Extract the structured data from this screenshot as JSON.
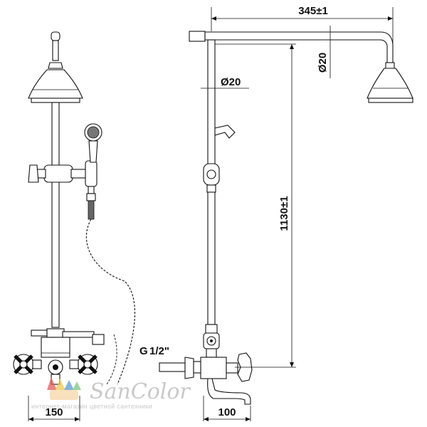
{
  "dimensions": {
    "arm_width": "345±1",
    "arm_diameter": "Ø20",
    "pipe_diameter": "Ø20",
    "height": "1130±1",
    "thread": "G",
    "thread_fraction": "1/2\"",
    "base_width": "150",
    "spout_width": "100"
  },
  "watermark": {
    "brand": "SanColor",
    "tagline": "интернет-магазин цветной сантехники"
  },
  "colors": {
    "line": "#111111",
    "watermark": "#b8b8b8",
    "logo_red": "#e85c5c",
    "logo_yellow": "#f2c94c",
    "logo_blue": "#5b9bd5",
    "logo_green": "#7bc67b"
  }
}
